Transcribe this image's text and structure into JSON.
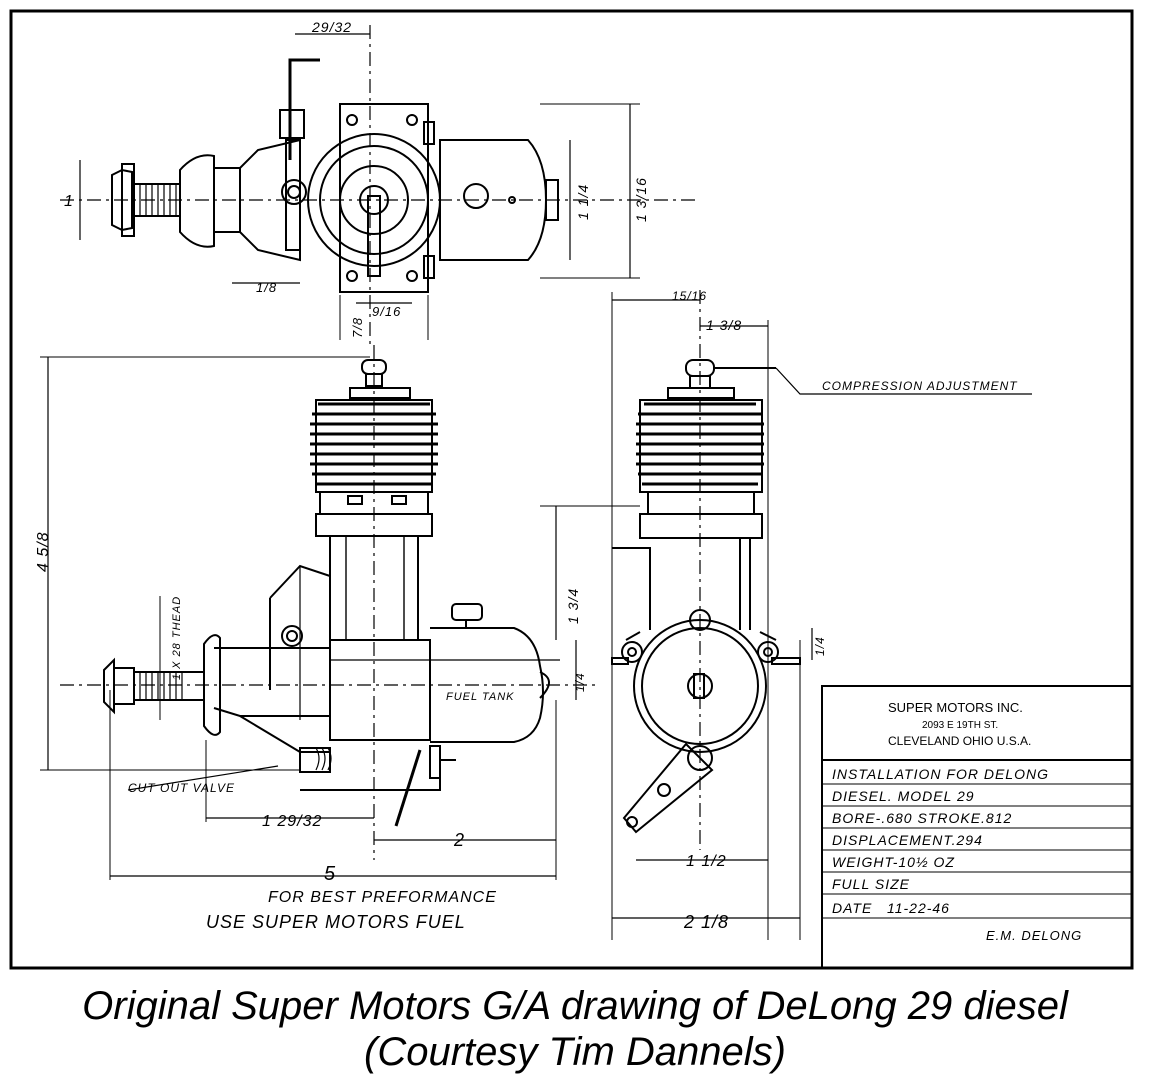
{
  "drawing": {
    "dimensions": {
      "top_width": "29/32",
      "top_height_left": "1",
      "top_height_inner": "1 1/4",
      "top_height_outer": "1 3/16",
      "top_offset_small": "1/8",
      "top_bottom_a": "7/8",
      "top_bottom_b": "9/16",
      "side_a": "15/16",
      "side_b": "1 3/8",
      "front_height": "4 5/8",
      "thread_label": "1 X 28 THEAD",
      "thread_fraction": "1/4",
      "cylinder_height": "1 3/4",
      "flange_left": "1/4",
      "flange_right": "1/4",
      "mount_offset": "1 29/32",
      "to_center": "2",
      "overall_length": "5",
      "mount_width": "1 1/2",
      "overall_width": "2 1/8"
    },
    "callouts": {
      "compression": "COMPRESSION ADJUSTMENT",
      "cutout": "CUT OUT VALVE",
      "fuel_tank": "FUEL TANK"
    },
    "note": {
      "line1": "FOR BEST PREFORMANCE",
      "line2": "USE SUPER MOTORS FUEL"
    },
    "title_block": {
      "company": "SUPER MOTORS INC.",
      "address": "2093 E 19TH ST.",
      "city": "CLEVELAND OHIO U.S.A.",
      "rows": [
        "INSTALLATION FOR DELONG",
        "DIESEL. MODEL 29",
        "BORE-.680 STROKE.812",
        "DISPLACEMENT.294",
        "WEIGHT-10½ OZ",
        "FULL SIZE",
        "DATE   11-22-46"
      ],
      "signature": "E.M. DELONG"
    }
  },
  "caption": {
    "line1": "Original Super Motors G/A drawing of DeLong 29 diesel",
    "line2": "(Courtesy Tim Dannels)"
  }
}
